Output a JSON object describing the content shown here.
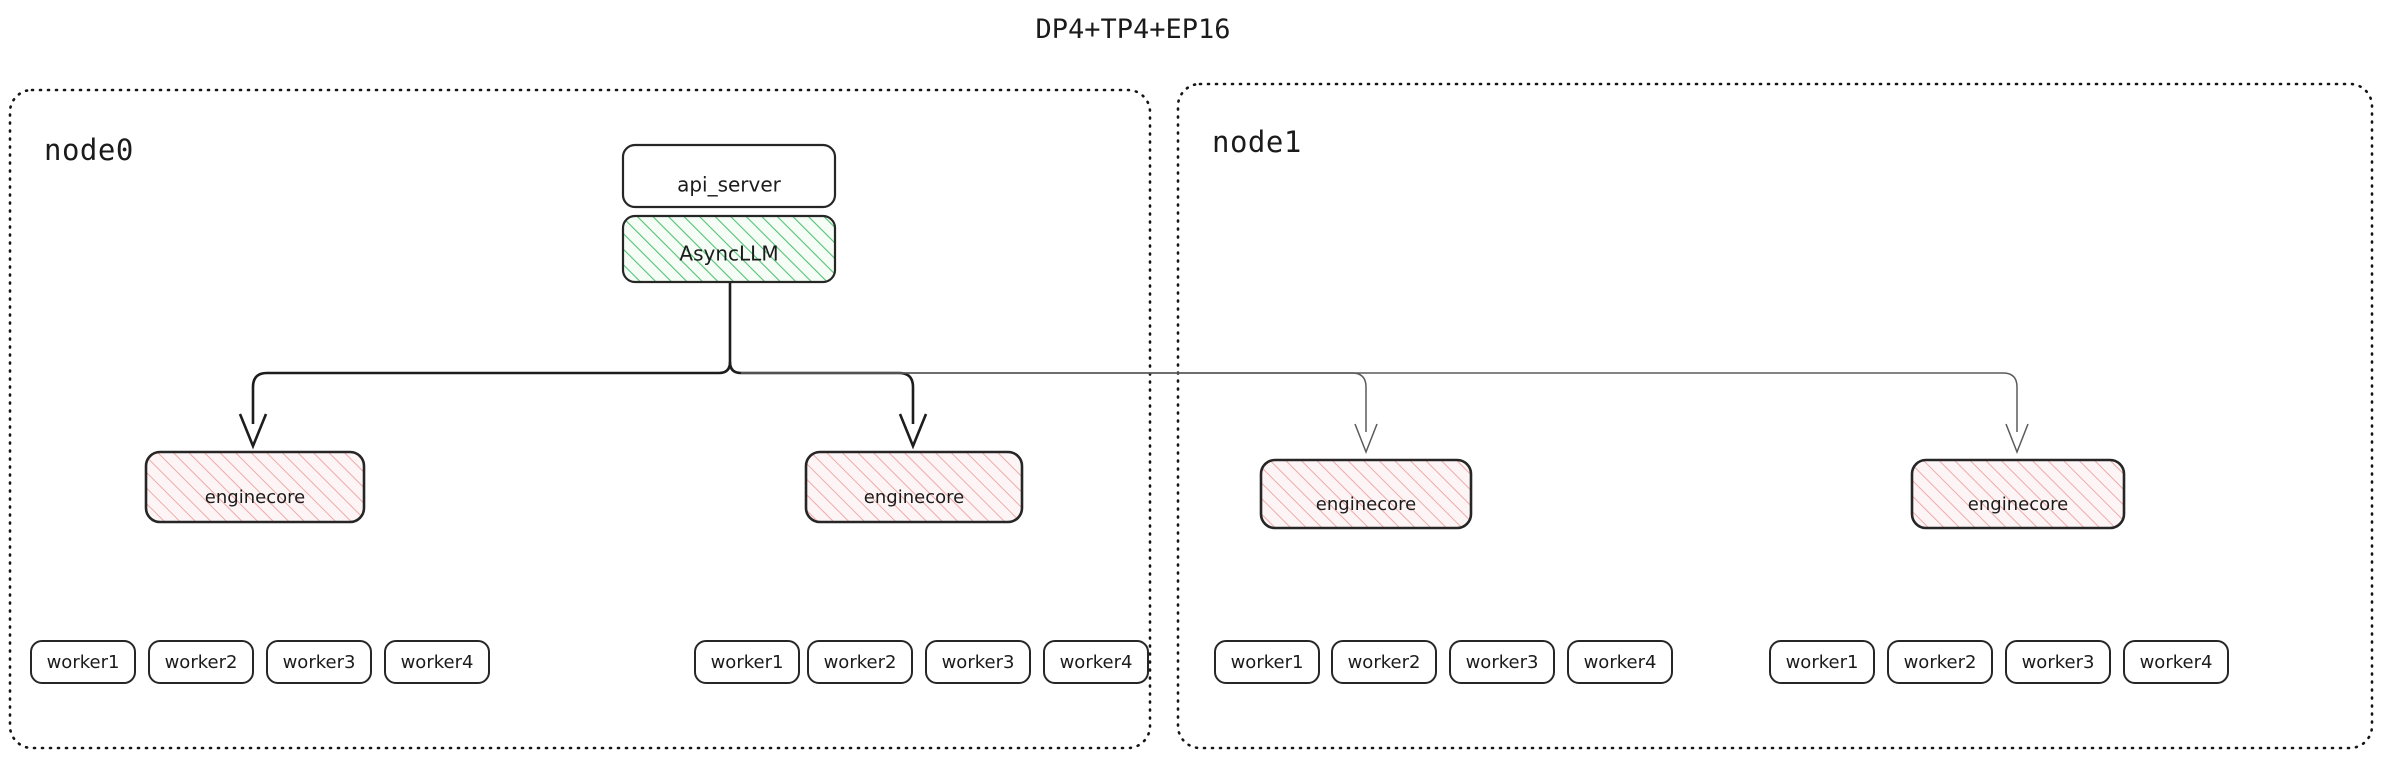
{
  "title": "DP4+TP4+EP16",
  "colors": {
    "background": "#ffffff",
    "text": "#1b1b1b",
    "container_border": "#151515",
    "box_border": "#262626",
    "green_hatch": "#55c274",
    "green_fill": "#f3fbf4",
    "pink_hatch": "#efa9a9",
    "pink_fill": "#fdf3f3",
    "connector_dark": "#1d1d1d",
    "connector_light": "#5a5a5a"
  },
  "nodes": [
    {
      "id": "node0",
      "label": "node0",
      "top_boxes": [
        {
          "id": "api_server",
          "label": "api_server",
          "style": "plain"
        },
        {
          "id": "asyncllm",
          "label": "AsyncLLM",
          "style": "green-hatch"
        }
      ],
      "enginecores": [
        {
          "id": "node0-enginecore-0",
          "label": "enginecore",
          "style": "pink-hatch"
        },
        {
          "id": "node0-enginecore-1",
          "label": "enginecore",
          "style": "pink-hatch"
        }
      ],
      "worker_groups": [
        {
          "id": "node0-workers-0",
          "workers": [
            "worker1",
            "worker2",
            "worker3",
            "worker4"
          ]
        },
        {
          "id": "node0-workers-1",
          "workers": [
            "worker1",
            "worker2",
            "worker3",
            "worker4"
          ]
        }
      ]
    },
    {
      "id": "node1",
      "label": "node1",
      "top_boxes": [],
      "enginecores": [
        {
          "id": "node1-enginecore-0",
          "label": "enginecore",
          "style": "pink-hatch"
        },
        {
          "id": "node1-enginecore-1",
          "label": "enginecore",
          "style": "pink-hatch"
        }
      ],
      "worker_groups": [
        {
          "id": "node1-workers-0",
          "workers": [
            "worker1",
            "worker2",
            "worker3",
            "worker4"
          ]
        },
        {
          "id": "node1-workers-1",
          "workers": [
            "worker1",
            "worker2",
            "worker3",
            "worker4"
          ]
        }
      ]
    }
  ],
  "labels": {
    "api_server": "api_server",
    "asyncllm": "AsyncLLM",
    "enginecore": "enginecore",
    "worker1": "worker1",
    "worker2": "worker2",
    "worker3": "worker3",
    "worker4": "worker4"
  }
}
